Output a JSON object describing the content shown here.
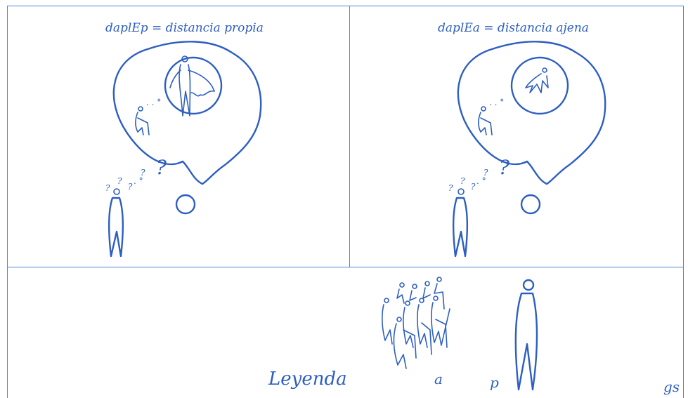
{
  "panels": {
    "left": {
      "title": "daplEp = distancia propia"
    },
    "right": {
      "title": "daplEa = distancia ajena"
    }
  },
  "question_marks": {
    "small": "?",
    "big": "?"
  },
  "legend": {
    "label": "Leyenda",
    "a_label": "a",
    "p_label": "p",
    "signature": "gs"
  },
  "icons": {
    "group": "seated-group-figures-icon",
    "standing": "standing-figure-icon",
    "seated": "seated-figure-icon",
    "caped": "caped-standing-figure-icon",
    "flying": "small-flying-figure-icon"
  },
  "colors": {
    "ink": "#2d5ec2",
    "frame": "#4e86d0"
  }
}
